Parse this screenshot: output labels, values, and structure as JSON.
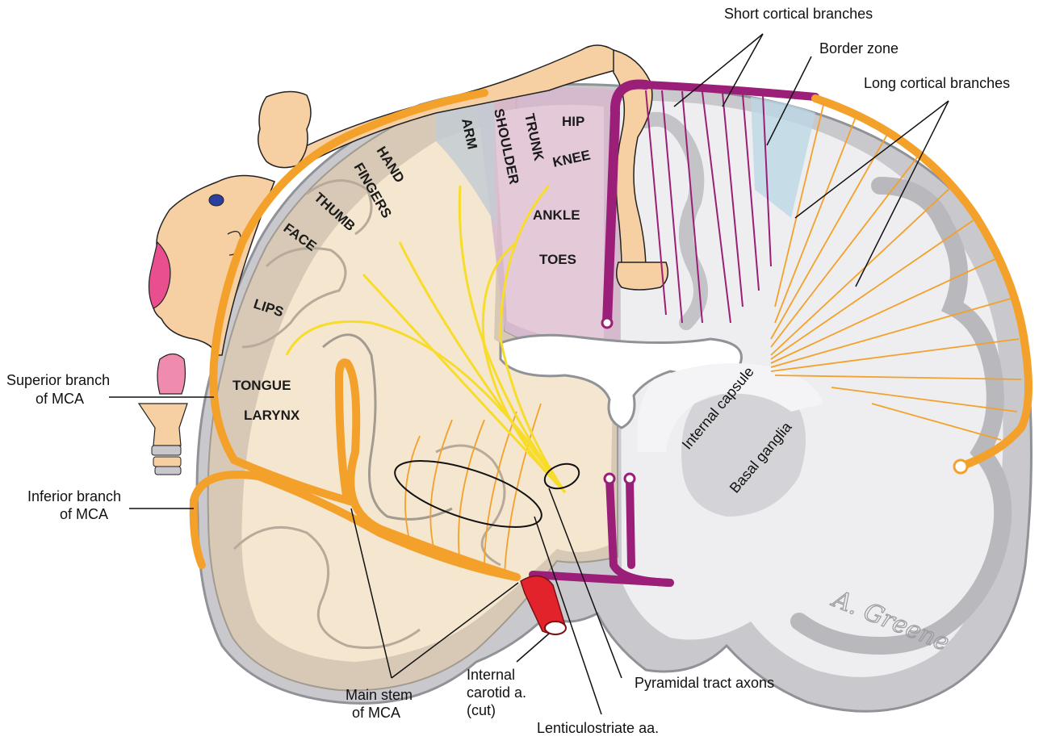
{
  "diagram": {
    "callouts": {
      "short_cortical": "Short cortical branches",
      "border_zone": "Border zone",
      "long_cortical": "Long cortical branches",
      "superior_branch_1": "Superior branch",
      "superior_branch_2": "of MCA",
      "inferior_branch_1": "Inferior branch",
      "inferior_branch_2": "of MCA",
      "main_stem_1": "Main stem",
      "main_stem_2": "of MCA",
      "internal_carotid_1": "Internal",
      "internal_carotid_2": "carotid a.",
      "internal_carotid_3": "(cut)",
      "pyramidal": "Pyramidal tract axons",
      "lenticulostriate": "Lenticulostriate aa.",
      "internal_capsule": "Internal capsule",
      "basal_ganglia": "Basal ganglia"
    },
    "homunculus": {
      "hip": "HIP",
      "trunk": "TRUNK",
      "knee": "KNEE",
      "shoulder": "SHOULDER",
      "arm": "ARM",
      "ankle": "ANKLE",
      "toes": "TOES",
      "hand": "HAND",
      "fingers": "FINGERS",
      "thumb": "THUMB",
      "face": "FACE",
      "lips": "LIPS",
      "tongue": "TONGUE",
      "larynx": "LARYNX"
    },
    "signature": "A. Greene",
    "colors": {
      "mca": "#f3a12a",
      "aca": "#9b1f78",
      "carotid": "#e3232b",
      "pyramidal": "#f7dc2a",
      "white_matter_lateral": "#f5e6cf",
      "gray_matter_lateral": "#d8c9b6",
      "white_matter_medial": "#eeeef0",
      "gray_matter_medial": "#c9c9cd",
      "border_zone": "#bcd8e6"
    }
  }
}
